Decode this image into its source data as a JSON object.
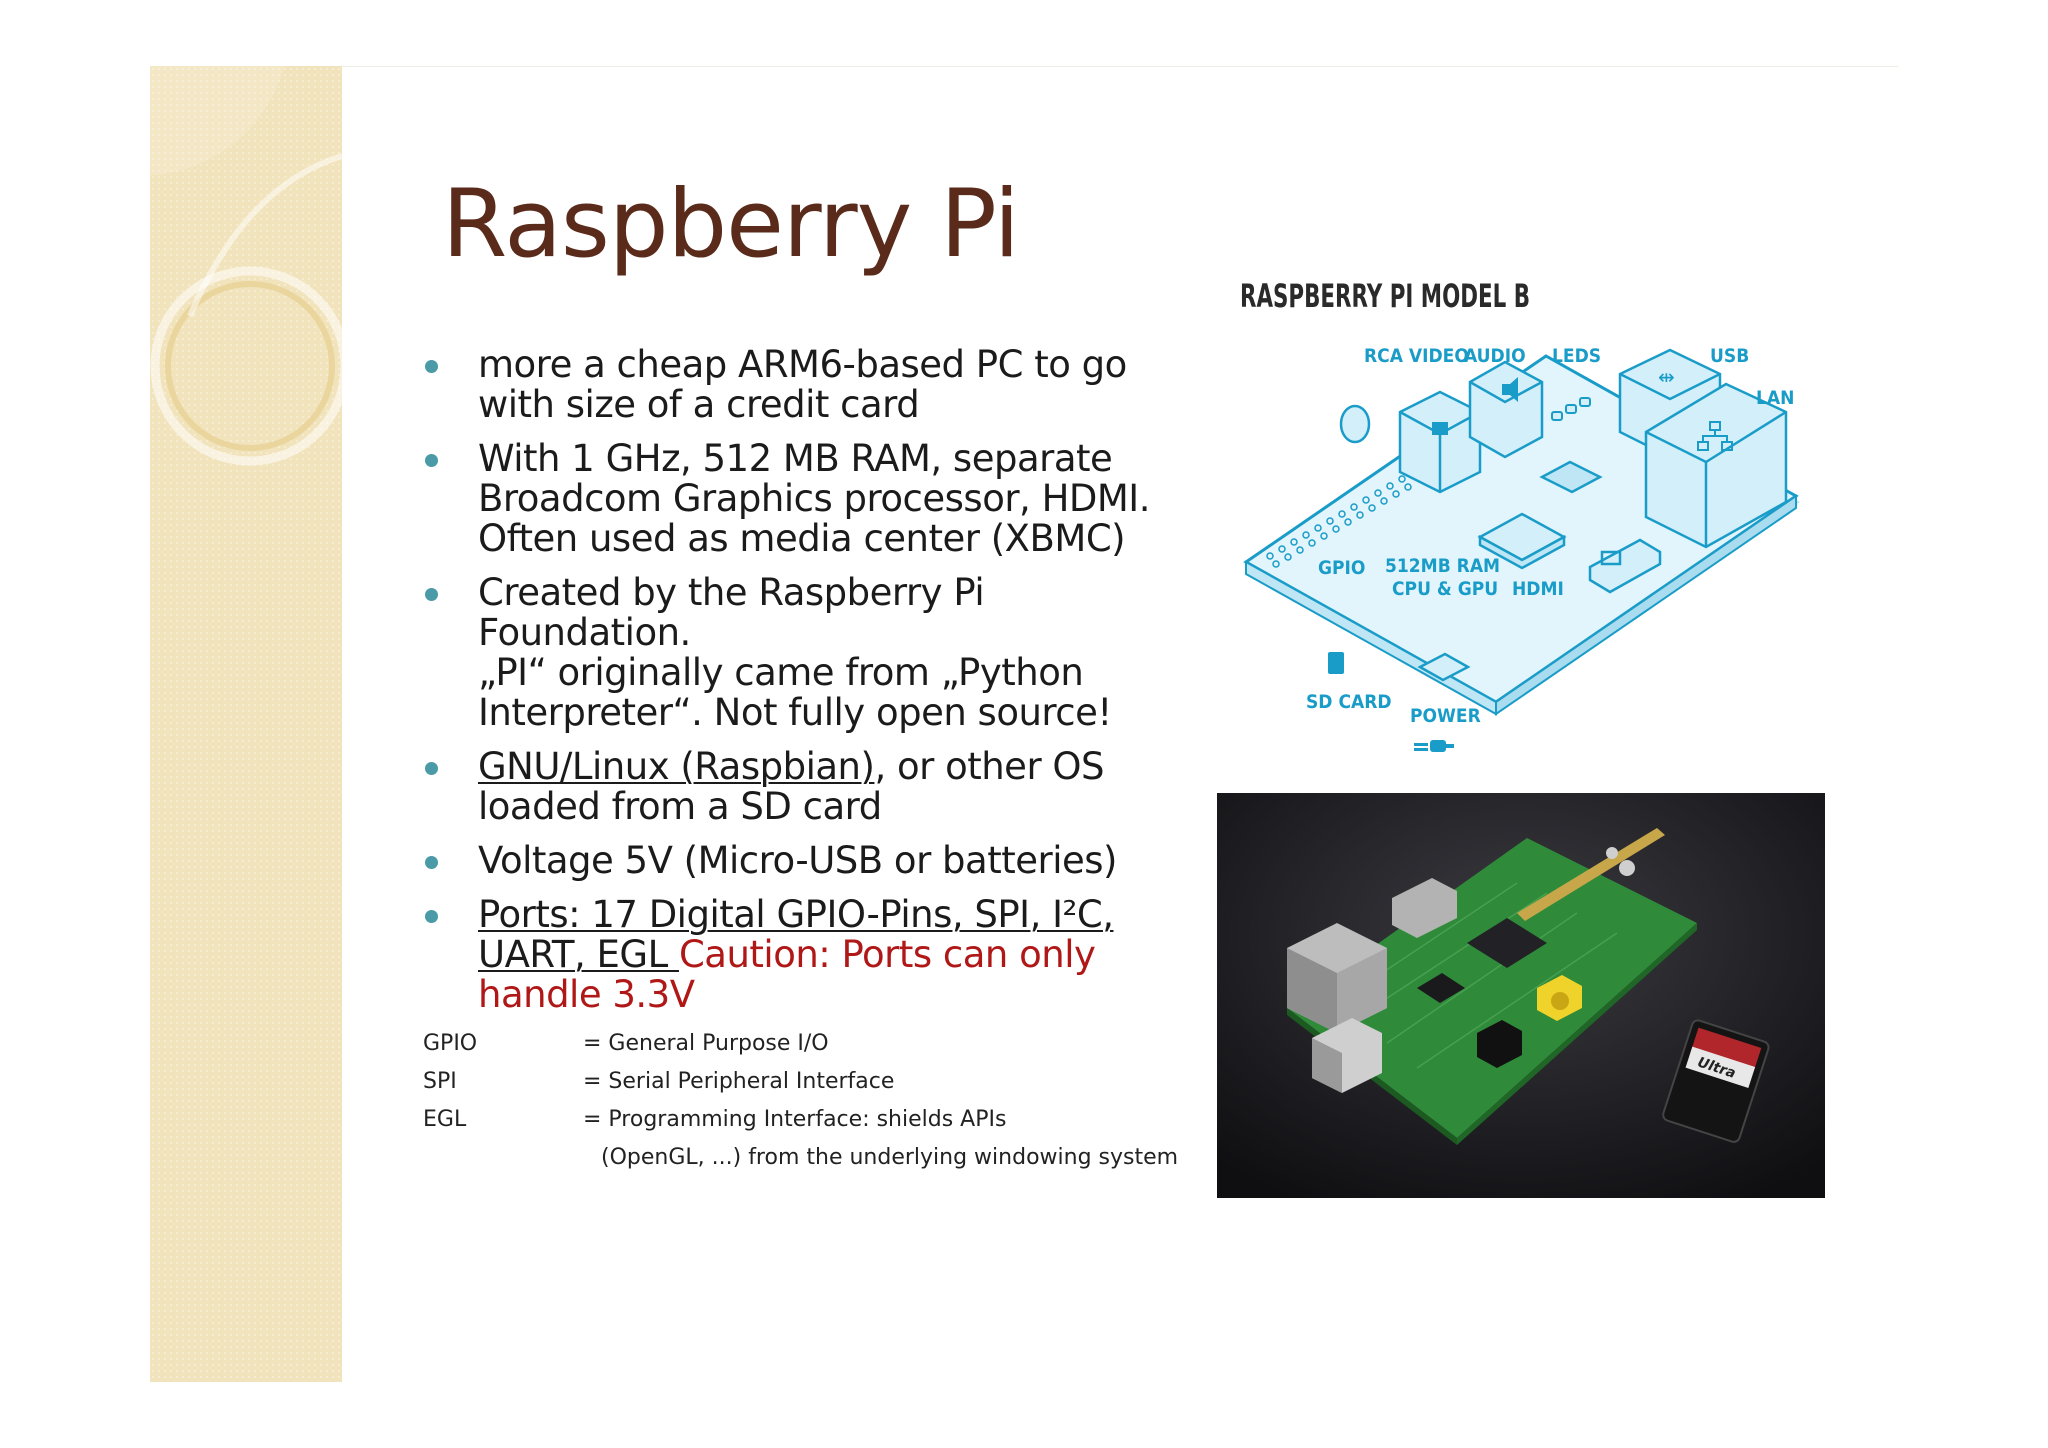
{
  "slide": {
    "title": "Raspberry Pi",
    "bullets": [
      {
        "lines": [
          "more a cheap ARM6-based PC to go",
          "with size of a credit card"
        ]
      },
      {
        "lines": [
          "With 1 GHz, 512 MB RAM, separate",
          "Broadcom Graphics processor, HDMI.",
          "Often used as media center (XBMC)"
        ]
      },
      {
        "lines": [
          "Created by the Raspberry Pi Foundation.",
          "„PI“ originally came from „Python",
          "Interpreter“.  Not fully open source!"
        ]
      },
      {
        "link": "GNU/Linux (Raspbian)",
        "rest_line1": ",  or other OS",
        "line2": "loaded from a SD card"
      },
      {
        "lines": [
          "Voltage 5V (Micro-USB or batteries)"
        ]
      },
      {
        "link_line1": "Ports: 17 Digital GPIO-Pins, SPI, I²C,",
        "link_line2": "UART, EGL ",
        "caution_line2": "Caution: Ports can only",
        "caution_line3": "handle 3.3V"
      }
    ],
    "abbreviations": [
      {
        "term": "GPIO",
        "definition": "= General Purpose I/O"
      },
      {
        "term": "SPI",
        "definition": "= Serial Peripheral Interface"
      },
      {
        "term": "EGL",
        "definition": "= Programming Interface: shields APIs"
      }
    ],
    "abbreviation_continuation": "(OpenGL, ...) from the underlying windowing system"
  },
  "diagram": {
    "title": "RASPBERRY PI MODEL B",
    "labels": {
      "rca_video": "RCA VIDEO",
      "audio": "AUDIO",
      "leds": "LEDS",
      "usb": "USB",
      "lan": "LAN",
      "gpio": "GPIO",
      "ram_line1": "512MB RAM",
      "ram_line2": "CPU & GPU",
      "hdmi": "HDMI",
      "sd_card": "SD CARD",
      "power": "POWER"
    },
    "colors": {
      "board_fill": "#e3f5fc",
      "outline": "#1a9cc9"
    }
  },
  "colors": {
    "title": "#5a2b1a",
    "bullet": "#4a9aa7",
    "caution": "#b01818",
    "sidebar": "#f1e3bb"
  }
}
